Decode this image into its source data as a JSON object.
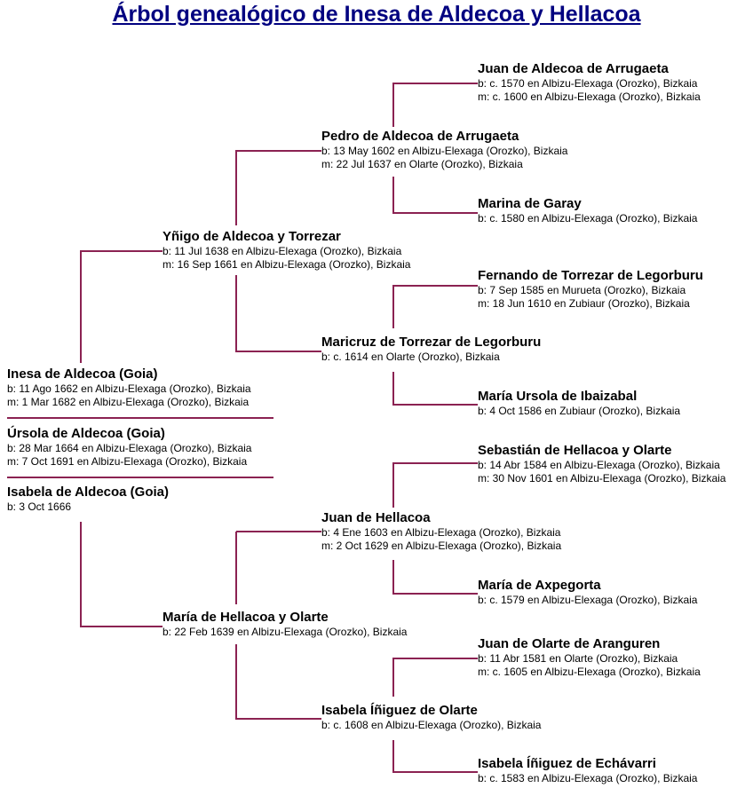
{
  "title": "Árbol genealógico de Inesa de Aldecoa y Hellacoa",
  "colors": {
    "title": "#000080",
    "connector": "#8B2252"
  },
  "people": {
    "p1": {
      "name": "Juan de Aldecoa de Arrugaeta",
      "lines": [
        "b: c. 1570 en Albizu-Elexaga (Orozko), Bizkaia",
        "m: c. 1600 en Albizu-Elexaga (Orozko), Bizkaia"
      ]
    },
    "p2": {
      "name": "Pedro de Aldecoa de Arrugaeta",
      "lines": [
        "b: 13 May 1602 en Albizu-Elexaga (Orozko), Bizkaia",
        "m: 22 Jul 1637 en Olarte (Orozko), Bizkaia"
      ]
    },
    "p3": {
      "name": "Marina de Garay",
      "lines": [
        "b: c. 1580 en Albizu-Elexaga (Orozko), Bizkaia"
      ]
    },
    "p4": {
      "name": "Yñigo de Aldecoa y Torrezar",
      "lines": [
        "b: 11 Jul 1638 en Albizu-Elexaga (Orozko), Bizkaia",
        "m: 16 Sep 1661 en Albizu-Elexaga (Orozko), Bizkaia"
      ]
    },
    "p5": {
      "name": "Fernando de Torrezar de Legorburu",
      "lines": [
        "b: 7 Sep 1585 en Murueta (Orozko), Bizkaia",
        "m: 18 Jun 1610 en Zubiaur (Orozko), Bizkaia"
      ]
    },
    "p6": {
      "name": "Maricruz de Torrezar de Legorburu",
      "lines": [
        "b: c. 1614 en Olarte (Orozko), Bizkaia"
      ]
    },
    "p7": {
      "name": "María Ursola de Ibaizabal",
      "lines": [
        "b: 4 Oct 1586 en Zubiaur (Orozko), Bizkaia"
      ]
    },
    "p8": {
      "name": "Inesa de Aldecoa (Goia)",
      "lines": [
        "b: 11 Ago 1662 en Albizu-Elexaga (Orozko), Bizkaia",
        "m: 1 Mar 1682 en Albizu-Elexaga (Orozko), Bizkaia"
      ]
    },
    "p9": {
      "name": "Úrsola de Aldecoa (Goia)",
      "lines": [
        "b: 28 Mar 1664 en Albizu-Elexaga (Orozko), Bizkaia",
        "m: 7 Oct 1691 en Albizu-Elexaga (Orozko), Bizkaia"
      ]
    },
    "p10": {
      "name": "Isabela de Aldecoa (Goia)",
      "lines": [
        "b: 3 Oct 1666"
      ]
    },
    "p11": {
      "name": "Sebastián de Hellacoa y Olarte",
      "lines": [
        "b: 14 Abr 1584 en Albizu-Elexaga (Orozko), Bizkaia",
        "m: 30 Nov 1601 en Albizu-Elexaga (Orozko), Bizkaia"
      ]
    },
    "p12": {
      "name": "Juan de Hellacoa",
      "lines": [
        "b: 4 Ene 1603 en Albizu-Elexaga (Orozko), Bizkaia",
        "m: 2 Oct 1629 en Albizu-Elexaga (Orozko), Bizkaia"
      ]
    },
    "p13": {
      "name": "María de Axpegorta",
      "lines": [
        "b: c. 1579 en Albizu-Elexaga (Orozko), Bizkaia"
      ]
    },
    "p14": {
      "name": "María de Hellacoa y Olarte",
      "lines": [
        "b: 22 Feb 1639 en Albizu-Elexaga (Orozko), Bizkaia"
      ]
    },
    "p15": {
      "name": "Juan de Olarte de Aranguren",
      "lines": [
        "b: 11 Abr 1581 en Olarte (Orozko), Bizkaia",
        "m: c. 1605 en Albizu-Elexaga (Orozko), Bizkaia"
      ]
    },
    "p16": {
      "name": "Isabela Íñiguez de Olarte",
      "lines": [
        "b: c. 1608 en Albizu-Elexaga (Orozko), Bizkaia"
      ]
    },
    "p17": {
      "name": "Isabela Íñiguez de Echávarri",
      "lines": [
        "b: c. 1583 en Albizu-Elexaga (Orozko), Bizkaia"
      ]
    }
  }
}
